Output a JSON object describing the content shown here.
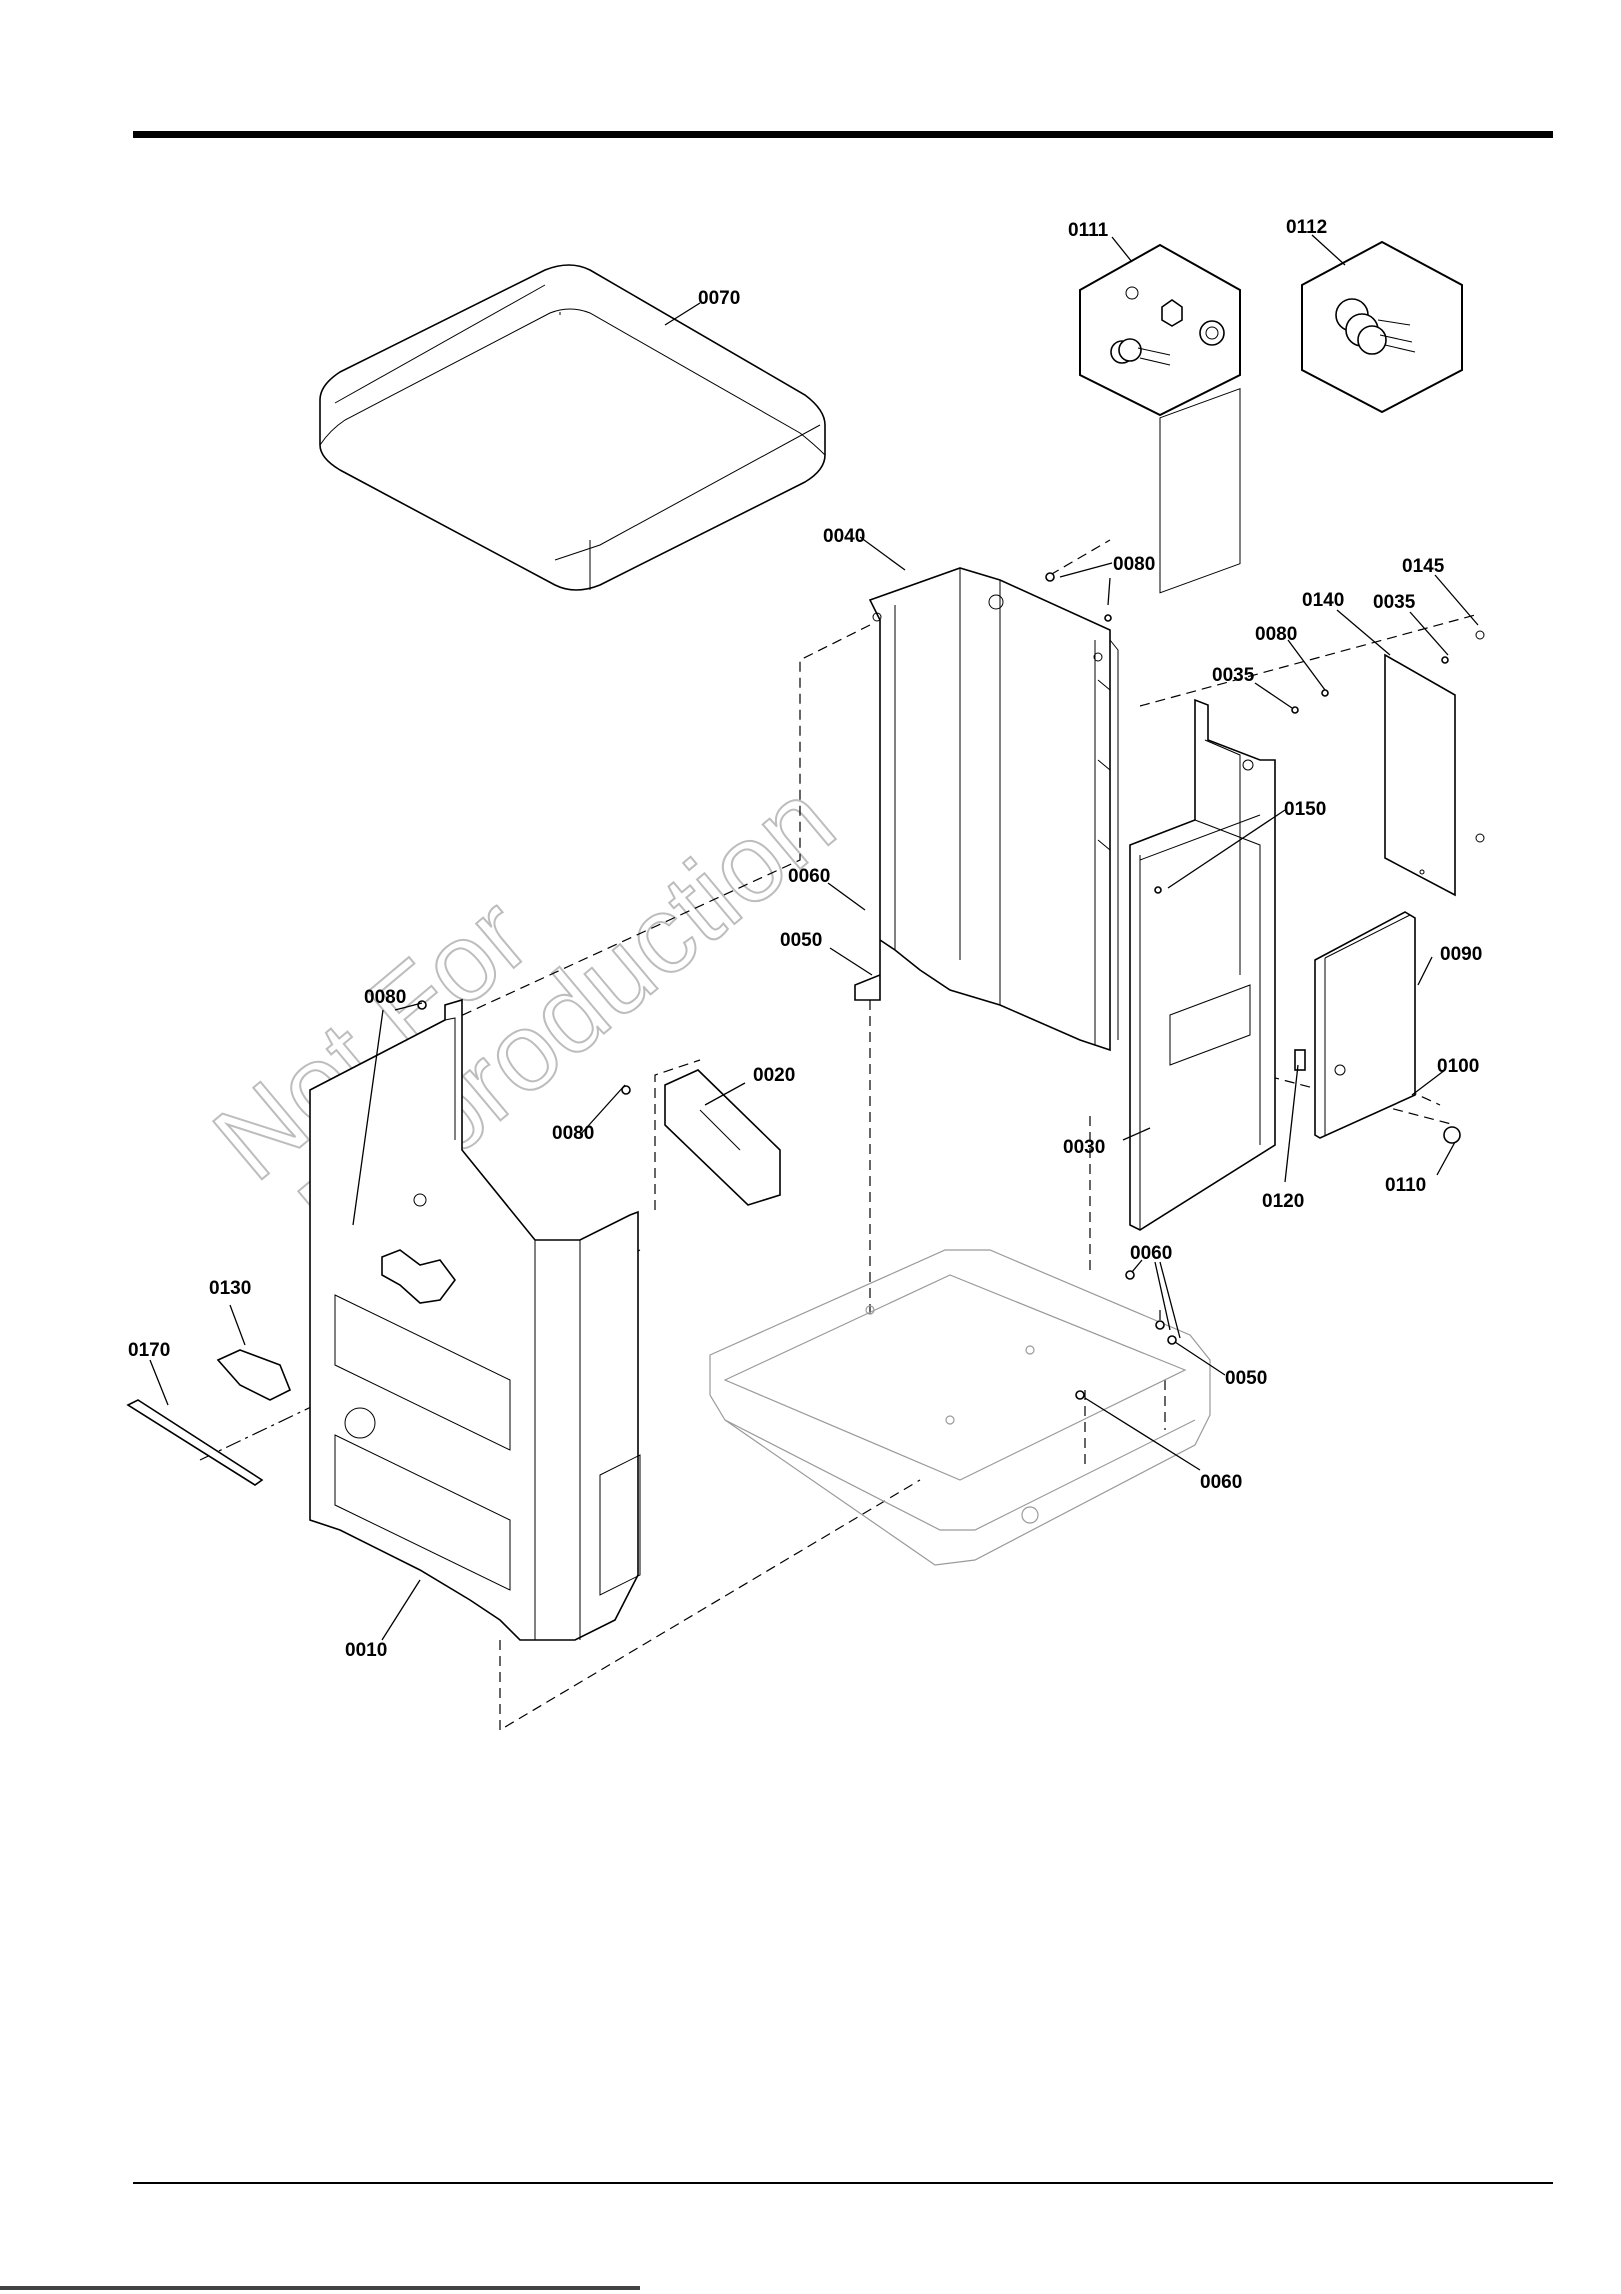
{
  "labels": [
    {
      "id": "0070",
      "text": "0070"
    },
    {
      "id": "0111",
      "text": "0111"
    },
    {
      "id": "0112",
      "text": "0112"
    },
    {
      "id": "0040",
      "text": "0040"
    },
    {
      "id": "0080a",
      "text": "0080"
    },
    {
      "id": "0145",
      "text": "0145"
    },
    {
      "id": "0140",
      "text": "0140"
    },
    {
      "id": "0035a",
      "text": "0035"
    },
    {
      "id": "0080b",
      "text": "0080"
    },
    {
      "id": "0035b",
      "text": "0035"
    },
    {
      "id": "0150",
      "text": "0150"
    },
    {
      "id": "0060a",
      "text": "0060"
    },
    {
      "id": "0050a",
      "text": "0050"
    },
    {
      "id": "0090",
      "text": "0090"
    },
    {
      "id": "0080c",
      "text": "0080"
    },
    {
      "id": "0020",
      "text": "0020"
    },
    {
      "id": "0100",
      "text": "0100"
    },
    {
      "id": "0080d",
      "text": "0080"
    },
    {
      "id": "0030",
      "text": "0030"
    },
    {
      "id": "0110",
      "text": "0110"
    },
    {
      "id": "0120",
      "text": "0120"
    },
    {
      "id": "0060b",
      "text": "0060"
    },
    {
      "id": "0130",
      "text": "0130"
    },
    {
      "id": "0170",
      "text": "0170"
    },
    {
      "id": "0050b",
      "text": "0050"
    },
    {
      "id": "0060c",
      "text": "0060"
    },
    {
      "id": "0010",
      "text": "0010"
    }
  ],
  "watermark": {
    "line1": "Not For",
    "line2": "Reproduction"
  }
}
